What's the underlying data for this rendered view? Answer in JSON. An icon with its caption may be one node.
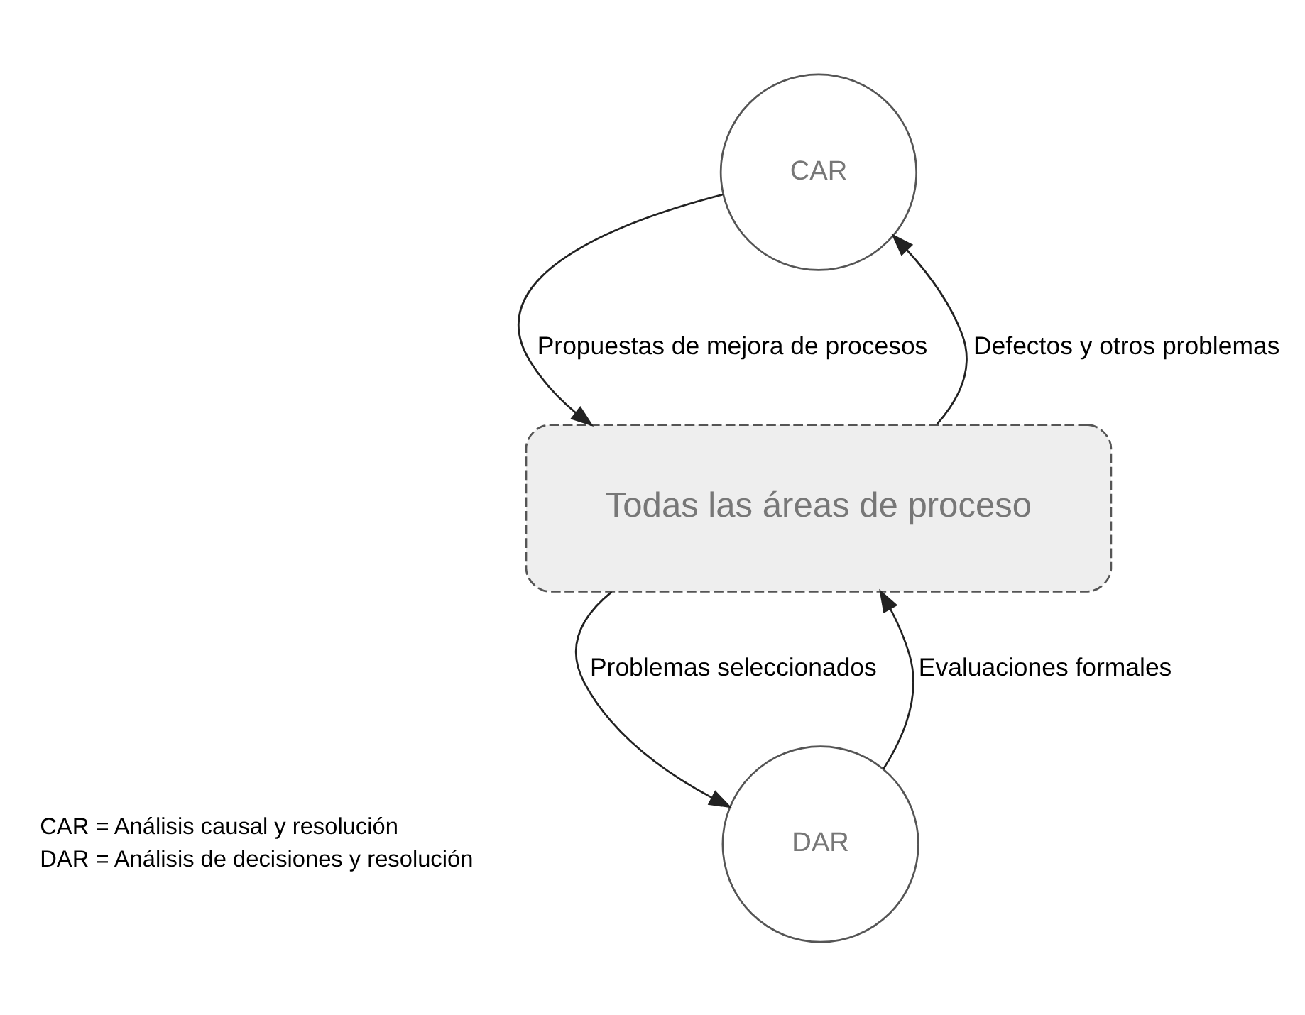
{
  "diagram": {
    "nodes": [
      {
        "text": [
          "CAR"
        ]
      },
      {
        "text": [
          "Todas las áreas de proceso"
        ]
      },
      {
        "text": [
          "DAR"
        ]
      }
    ],
    "edges": [
      {
        "from": 1,
        "to": 0,
        "arrow": "to",
        "label": "Defectos y otros problemas"
      },
      {
        "from": 0,
        "to": 1,
        "arrow": "to",
        "label": "Propuestas de mejora de procesos"
      },
      {
        "from": 2,
        "to": 1,
        "arrow": "to",
        "label": "Evaluaciones formales"
      },
      {
        "from": 1,
        "to": 2,
        "arrow": "to",
        "label": "Problemas seleccionados"
      }
    ],
    "labels": [
      "CAR = Análisis causal y resolución",
      "DAR = Análisis de decisiones y resolución"
    ]
  }
}
